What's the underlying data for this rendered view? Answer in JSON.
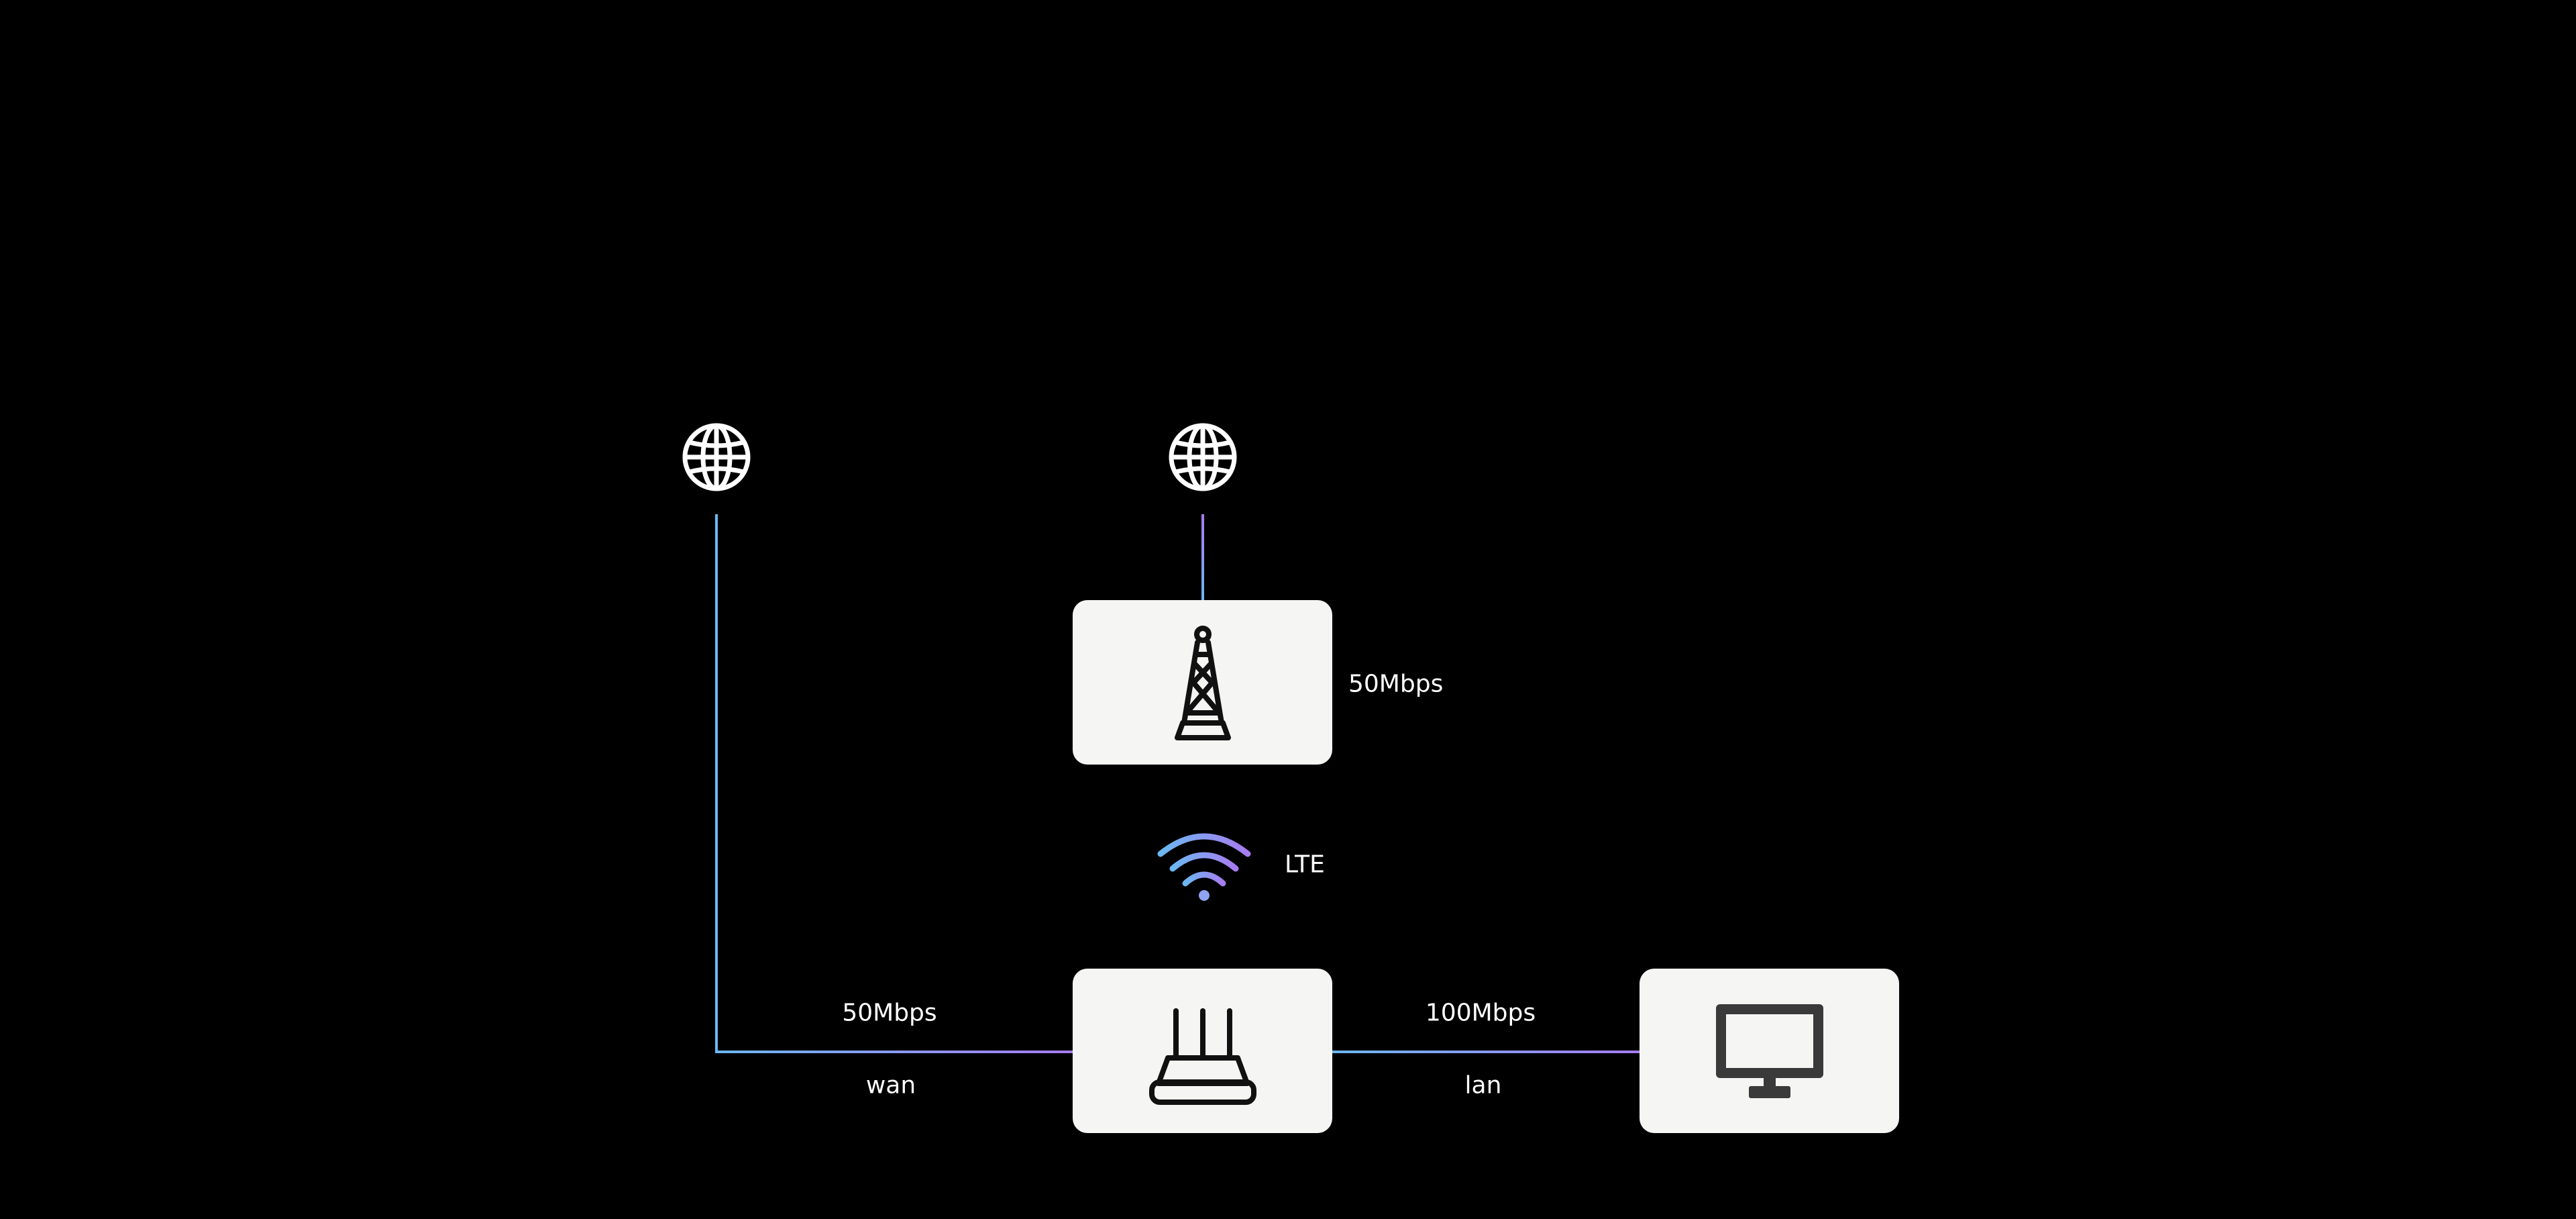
{
  "nodes": {
    "internet_wan": {
      "icon": "globe-icon"
    },
    "internet_lte": {
      "icon": "globe-icon"
    },
    "tower": {
      "icon": "cell-tower-icon",
      "speed": "50Mbps"
    },
    "wireless": {
      "icon": "wifi-icon",
      "label": "LTE"
    },
    "router": {
      "icon": "router-icon"
    },
    "monitor": {
      "icon": "monitor-icon"
    }
  },
  "links": {
    "wan": {
      "speed": "50Mbps",
      "label": "wan"
    },
    "lan": {
      "speed": "100Mbps",
      "label": "lan"
    }
  },
  "colors": {
    "line_start": "#6cb8f2",
    "line_end": "#a77cf0",
    "box": "#f5f5f3"
  }
}
